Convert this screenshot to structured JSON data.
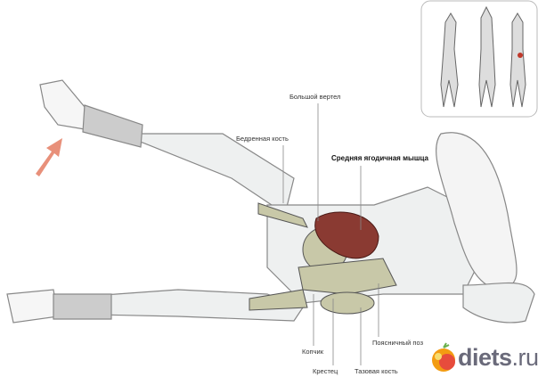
{
  "labels": {
    "greater_trochanter": "Большой вертел",
    "femur": "Бедренная кость",
    "gluteus_medius": "Средняя ягодичная мышца",
    "coccyx": "Копчик",
    "sacrum": "Крестец",
    "pelvic_bone": "Тазовая кость",
    "lumbar_vertebra": "Поясничный поз"
  },
  "logo": {
    "name": "diets",
    "tld": ".ru"
  },
  "colors": {
    "arrow": "#e8907a",
    "muscle": "#8a3a32",
    "bone": "#c8c8a8",
    "logo_text": "#6a6a7a"
  }
}
